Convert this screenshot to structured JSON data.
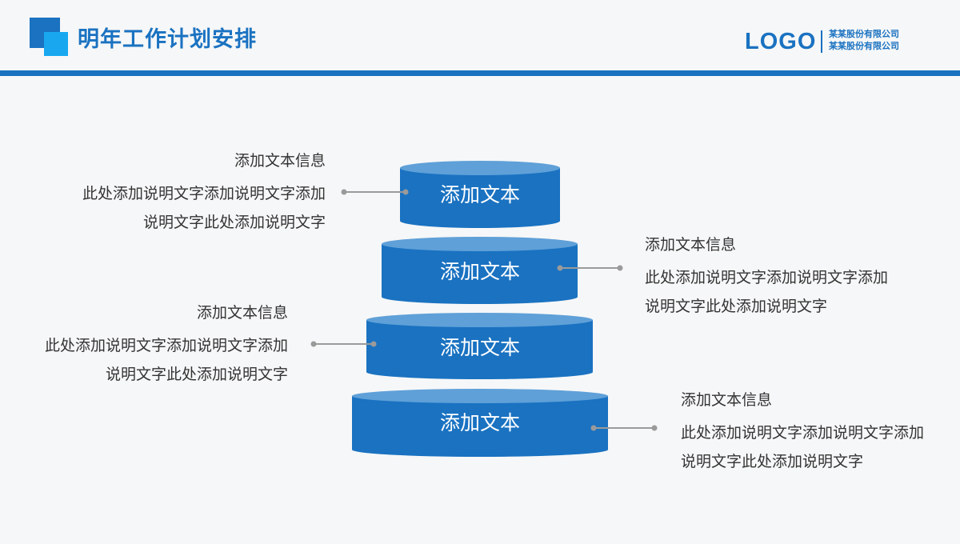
{
  "header": {
    "title": "明年工作计划安排",
    "logo_text": "LOGO",
    "company_line1": "某某股份有限公司",
    "company_line2": "某某股份有限公司"
  },
  "tiers": [
    {
      "label": "添加文本",
      "side": "left",
      "heading": "添加文本信息",
      "line1": "此处添加说明文字添加说明文字添加",
      "line2": "说明文字此处添加说明文字"
    },
    {
      "label": "添加文本",
      "side": "right",
      "heading": "添加文本信息",
      "line1": "此处添加说明文字添加说明文字添加",
      "line2": "说明文字此处添加说明文字"
    },
    {
      "label": "添加文本",
      "side": "left",
      "heading": "添加文本信息",
      "line1": "此处添加说明文字添加说明文字添加",
      "line2": "说明文字此处添加说明文字"
    },
    {
      "label": "添加文本",
      "side": "right",
      "heading": "添加文本信息",
      "line1": "此处添加说明文字添加说明文字添加",
      "line2": "说明文字此处添加说明文字"
    }
  ],
  "colors": {
    "accent": "#1a72c1",
    "accent_light": "#19a8f0",
    "tier_body": "#1a72c1",
    "tier_top": "#5fa0d8",
    "connector": "#9a9a9a"
  }
}
